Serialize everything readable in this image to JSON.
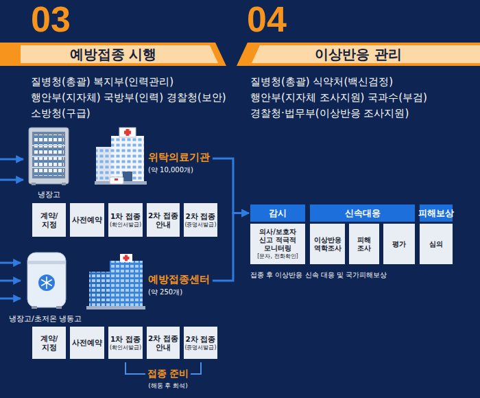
{
  "diagram": {
    "nodes": [
      {
        "text": [
          "03",
          "예방접종 시행"
        ]
      },
      {
        "text": [
          "04",
          "이상반응 관리"
        ]
      },
      {
        "text": [
          "위탁의료기관",
          "(약 10,000개)"
        ]
      },
      {
        "text": [
          "계약/지정"
        ]
      },
      {
        "text": [
          "사전예약"
        ]
      },
      {
        "text": [
          "1차 접종",
          "(확인서발급)"
        ]
      },
      {
        "text": [
          "2차 접종 안내"
        ]
      },
      {
        "text": [
          "2차 접종",
          "(증명서발급)"
        ]
      },
      {
        "text": [
          "예방접종센터",
          "(약 250개)"
        ]
      },
      {
        "text": [
          "계약/지정"
        ]
      },
      {
        "text": [
          "사전예약"
        ]
      },
      {
        "text": [
          "1차 접종",
          "(확인서발급)"
        ]
      },
      {
        "text": [
          "2차 접종 안내"
        ]
      },
      {
        "text": [
          "2차 접종",
          "(증명서발급)"
        ]
      },
      {
        "text": [
          "감시"
        ]
      },
      {
        "text": [
          "신속대응"
        ]
      },
      {
        "text": [
          "피해보상"
        ]
      },
      {
        "text": [
          "의사/보호자 신고 적극적 모니터링",
          "[문자, 전화확인]"
        ]
      },
      {
        "text": [
          "이상반응 역학조사"
        ]
      },
      {
        "text": [
          "피해 조사"
        ]
      },
      {
        "text": [
          "평가"
        ]
      },
      {
        "text": [
          "심의"
        ]
      }
    ],
    "edges": [
      {
        "from": 2,
        "to": 14,
        "arrow": "to"
      },
      {
        "from": 8,
        "to": 14,
        "arrow": "to"
      }
    ],
    "labels": [
      "질병청(총괄) 복지부(인력관리)",
      "행안부(지자체) 국방부(인력) 경찰청(보안)",
      "소방청(구급)",
      "질병청(총괄) 식약처(백신검정)",
      "행안부(지자체 조사지원) 국과수(부검)",
      "경찰청·법무부(이상반응 조사지원)",
      "냉장고",
      "냉장고/초저온 냉동고",
      "접종 준비",
      "(해동 후 희석)",
      "접종 후 이상반응 신속 대응 및 국가피해보상"
    ]
  }
}
